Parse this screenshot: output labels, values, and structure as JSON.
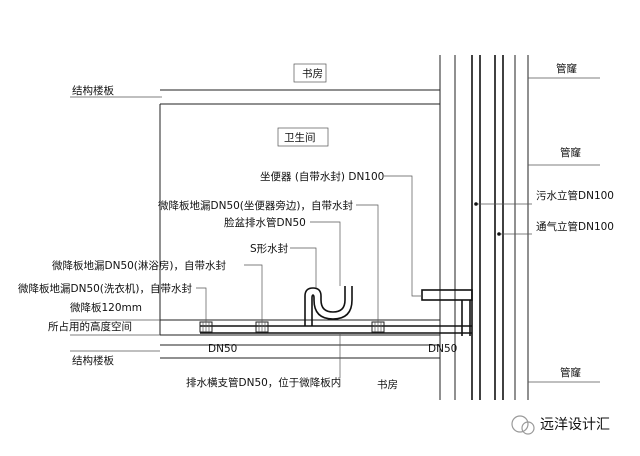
{
  "rooms": {
    "study_top": "书房",
    "bathroom": "卫生间",
    "study_bottom": "书房"
  },
  "labels": {
    "slab_top": "结构楼板",
    "slab_bottom": "结构楼板",
    "shaft_1": "管窿",
    "shaft_2": "管窿",
    "shaft_3": "管窿",
    "toilet": "坐便器 (自带水封) DN100",
    "floor_drain_toilet": "微降板地漏DN50(坐便器旁边)，自带水封",
    "basin_pipe": "脸盆排水管DN50",
    "s_trap": "S形水封",
    "floor_drain_shower": "微降板地漏DN50(淋浴房)，自带水封",
    "floor_drain_washer": "微降板地漏DN50(洗衣机)，自带水封",
    "slab_drop": "微降板120mm",
    "height_space": "所占用的高度空间",
    "dn50_left": "DN50",
    "dn50_right": "DN50",
    "waste_riser": "污水立管DN100",
    "vent_riser": "通气立管DN100",
    "branch_pipe": "排水横支管DN50，位于微降板内"
  },
  "watermark": {
    "text": "远洋设计汇"
  }
}
